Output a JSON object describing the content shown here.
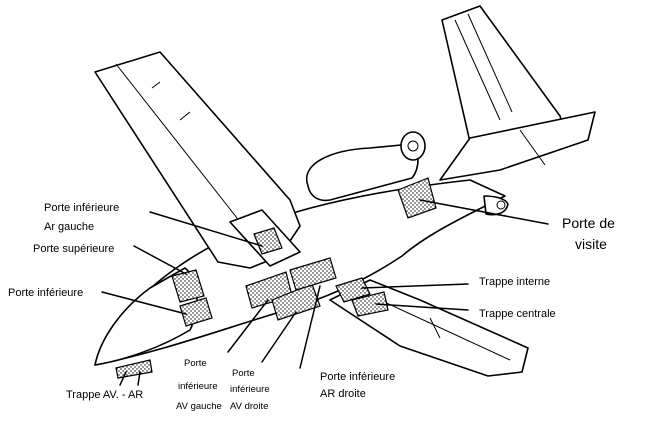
{
  "labels": {
    "porte_inf_ar_gauche_1": "Porte inférieure",
    "porte_inf_ar_gauche_2": "Ar gauche",
    "porte_superieure": "Porte supérieure",
    "porte_inferieure": "Porte inférieure",
    "trappe_av_ar": "Trappe AV. - AR",
    "porte_inf_av_gauche_1": "Porte",
    "porte_inf_av_gauche_2": "inférieure",
    "porte_inf_av_gauche_3": "AV gauche",
    "porte_inf_av_droite_1": "Porte",
    "porte_inf_av_droite_2": "inférieure",
    "porte_inf_av_droite_3": "AV droite",
    "porte_inf_ar_droite_1": "Porte inférieure",
    "porte_inf_ar_droite_2": "AR droite",
    "trappe_interne": "Trappe interne",
    "trappe_centrale": "Trappe centrale",
    "porte_visite_1": "Porte de",
    "porte_visite_2": "visite"
  },
  "colors": {
    "ink": "#000000",
    "background": "#ffffff"
  }
}
